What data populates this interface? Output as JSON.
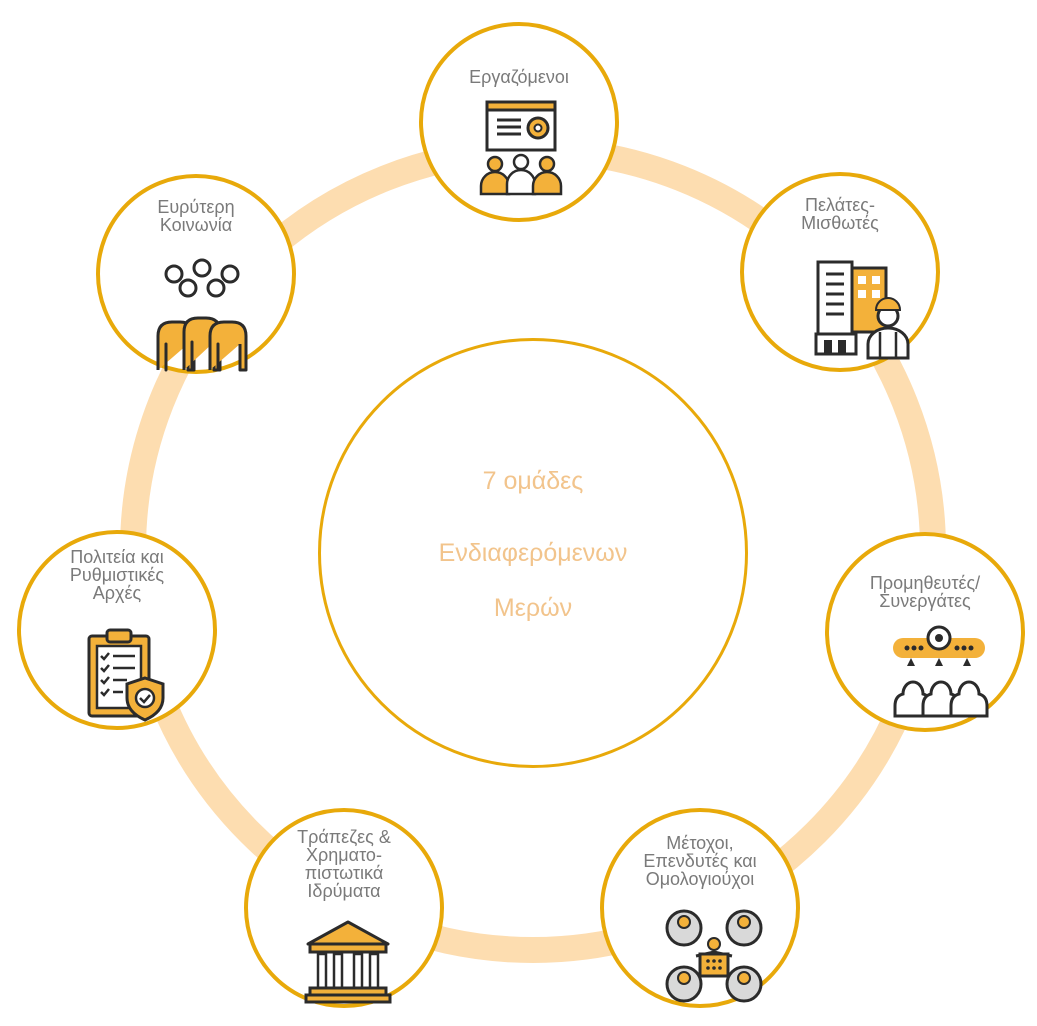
{
  "center": {
    "line1": "7 ομάδες",
    "line2": "Ενδιαφερόμενων",
    "line3": "Μερών"
  },
  "nodes": [
    {
      "id": "employees",
      "label": "Εργαζόμενοι",
      "icon": "presentation-icon"
    },
    {
      "id": "customers",
      "label": "Πελάτες-\nΜισθωτές",
      "icon": "building-tenant-icon"
    },
    {
      "id": "suppliers",
      "label": "Προμηθευτές/\nΣυνεργάτες",
      "icon": "team-gear-icon"
    },
    {
      "id": "shareholders",
      "label": "Μέτοχοι,\nΕπενδυτές και\nΟμολογιούχοι",
      "icon": "investors-network-icon"
    },
    {
      "id": "banks",
      "label": "Τράπεζες &\nΧρηματο-\nπιστωτικά\nΙδρύματα",
      "icon": "bank-icon"
    },
    {
      "id": "state",
      "label": "Πολιτεία και\nΡυθμιστικές\nΑρχές",
      "icon": "clipboard-shield-icon"
    },
    {
      "id": "society",
      "label": "Ευρύτερη\nΚοινωνία",
      "icon": "people-group-icon"
    }
  ],
  "colors": {
    "ring": "#FDDDB0",
    "border": "#E8A90A",
    "accent": "#F3B13A",
    "outline": "#2b2b2b",
    "centerText": "#F2C48C",
    "labelText": "#7a7a7a"
  }
}
